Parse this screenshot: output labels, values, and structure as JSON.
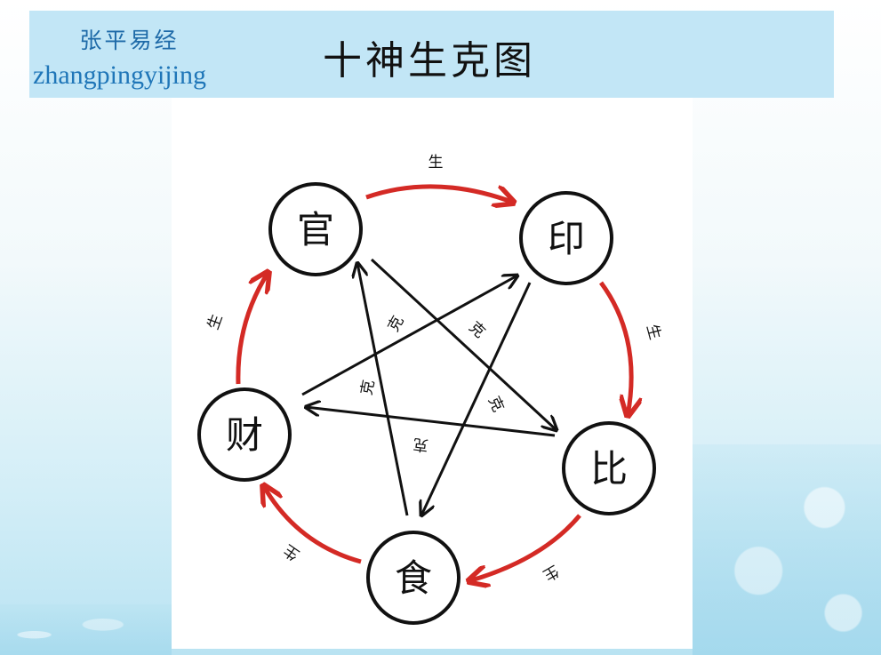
{
  "header": {
    "brand_cn": "张平易经",
    "brand_en": "zhangpingyijing",
    "title": "十神生克图"
  },
  "nodes": {
    "guan": "官",
    "yin": "印",
    "bi": "比",
    "shi": "食",
    "cai": "财"
  },
  "labels": {
    "sheng": "生",
    "ke": "克"
  },
  "colors": {
    "generate_arrow": "#d42a25",
    "control_arrow": "#111111",
    "header_bg": "#c2e6f6"
  }
}
